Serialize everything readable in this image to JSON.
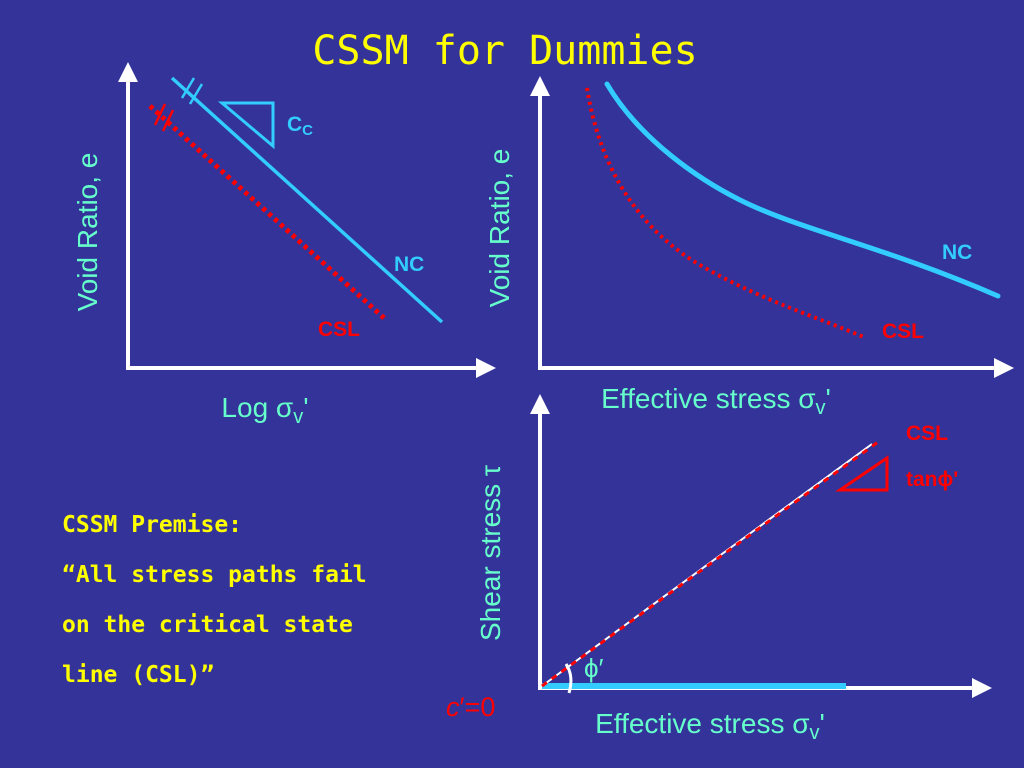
{
  "title": "CSSM for Dummies",
  "colors": {
    "background": "#333399",
    "title": "#ffff00",
    "axis": "#ffffff",
    "nc_line": "#33ccff",
    "csl_line": "#ff0000",
    "axis_label": "#66ffcc",
    "premise_text": "#ffff00"
  },
  "plot_left": {
    "ylabel": "Void Ratio, e",
    "xlabel_prefix": "Log ",
    "xlabel_symbol": "σ",
    "xlabel_sub": "v",
    "xlabel_suffix": "'",
    "nc_label": "NC",
    "csl_label": "CSL",
    "cc_label": "C",
    "cc_sub": "C",
    "x_scale": "log"
  },
  "plot_right": {
    "ylabel": "Void Ratio, e",
    "xlabel_prefix": "Effective stress ",
    "xlabel_symbol": "σ",
    "xlabel_sub": "v",
    "xlabel_suffix": "'",
    "nc_label": "NC",
    "csl_label": "CSL"
  },
  "plot_shear": {
    "ylabel_text": "Shear stress ",
    "ylabel_symbol": "τ",
    "xlabel_prefix": "Effective stress ",
    "xlabel_symbol": "σ",
    "xlabel_sub": "v",
    "xlabel_suffix": "'",
    "csl_label": "CSL",
    "tan_label": "tan",
    "tan_symbol": "ϕ",
    "tan_prime": "'",
    "phi_symbol": "ϕ",
    "phi_prime": "′",
    "c_symbol": "c",
    "c_rest": "′=0"
  },
  "premise": {
    "heading": "CSSM Premise:",
    "lines": [
      "“All stress paths fail",
      "on the critical state",
      "line (CSL)”"
    ]
  }
}
